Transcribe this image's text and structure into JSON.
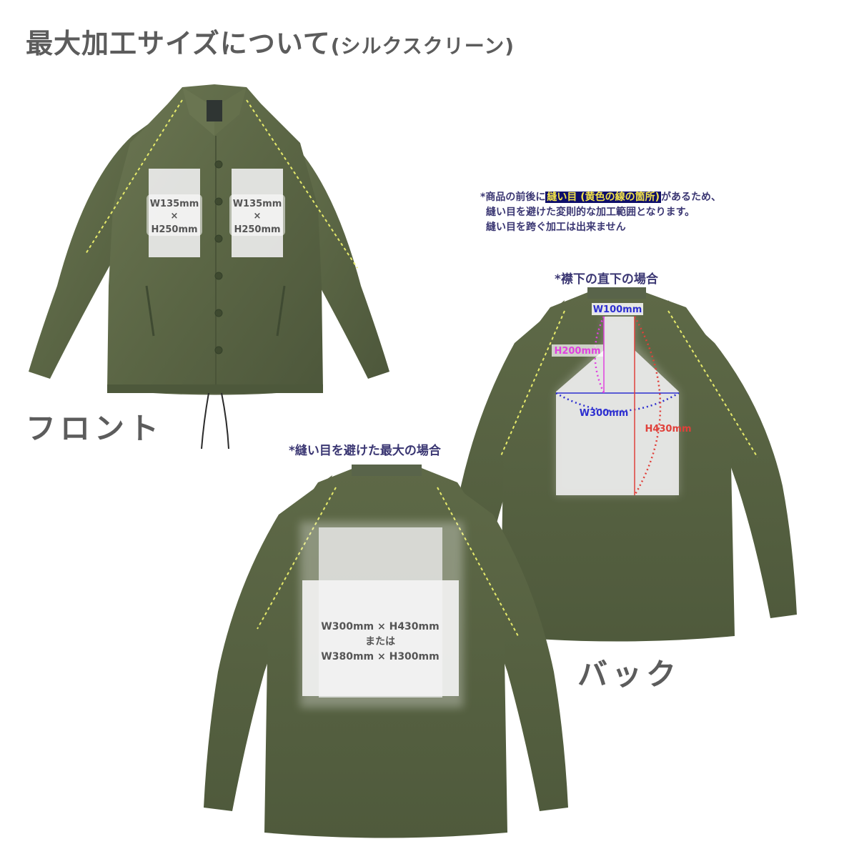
{
  "title": {
    "main": "最大加工サイズについて",
    "sub": "(シルクスクリーン)"
  },
  "front": {
    "label": "フロント",
    "left_area": {
      "w": "W135mm",
      "x": "×",
      "h": "H250mm"
    },
    "right_area": {
      "w": "W135mm",
      "x": "×",
      "h": "H250mm"
    }
  },
  "note": {
    "line1_prefix": "*商品の前後に",
    "line1_highlight": "縫い目 (黄色の線の箇所)",
    "line1_suffix": "があるため、",
    "line2": "縫い目を避けた変則的な加工範囲となります。",
    "line3": "縫い目を跨ぐ加工は出来ません"
  },
  "back_collar": {
    "caption": "*襟下の直下の場合",
    "w_top": "W100mm",
    "h_mid": "H200mm",
    "w_mid": "W300mm",
    "h_full": "H430mm"
  },
  "back_max": {
    "caption": "*縫い目を避けた最大の場合",
    "line1": "W300mm × H430mm",
    "line2": "または",
    "line3": "W380mm × H300mm"
  },
  "back": {
    "label": "バック"
  },
  "colors": {
    "jacket": "#5f6a49",
    "seam": "#e6ea6a",
    "heading": "#5c5c5c",
    "note_text": "#3b3773",
    "highlight_bg": "#0e0e6a",
    "highlight_text": "#f2e34a",
    "dim_blue": "#2d2fd0",
    "dim_magenta": "#e040e0",
    "dim_red": "#e0403a"
  }
}
